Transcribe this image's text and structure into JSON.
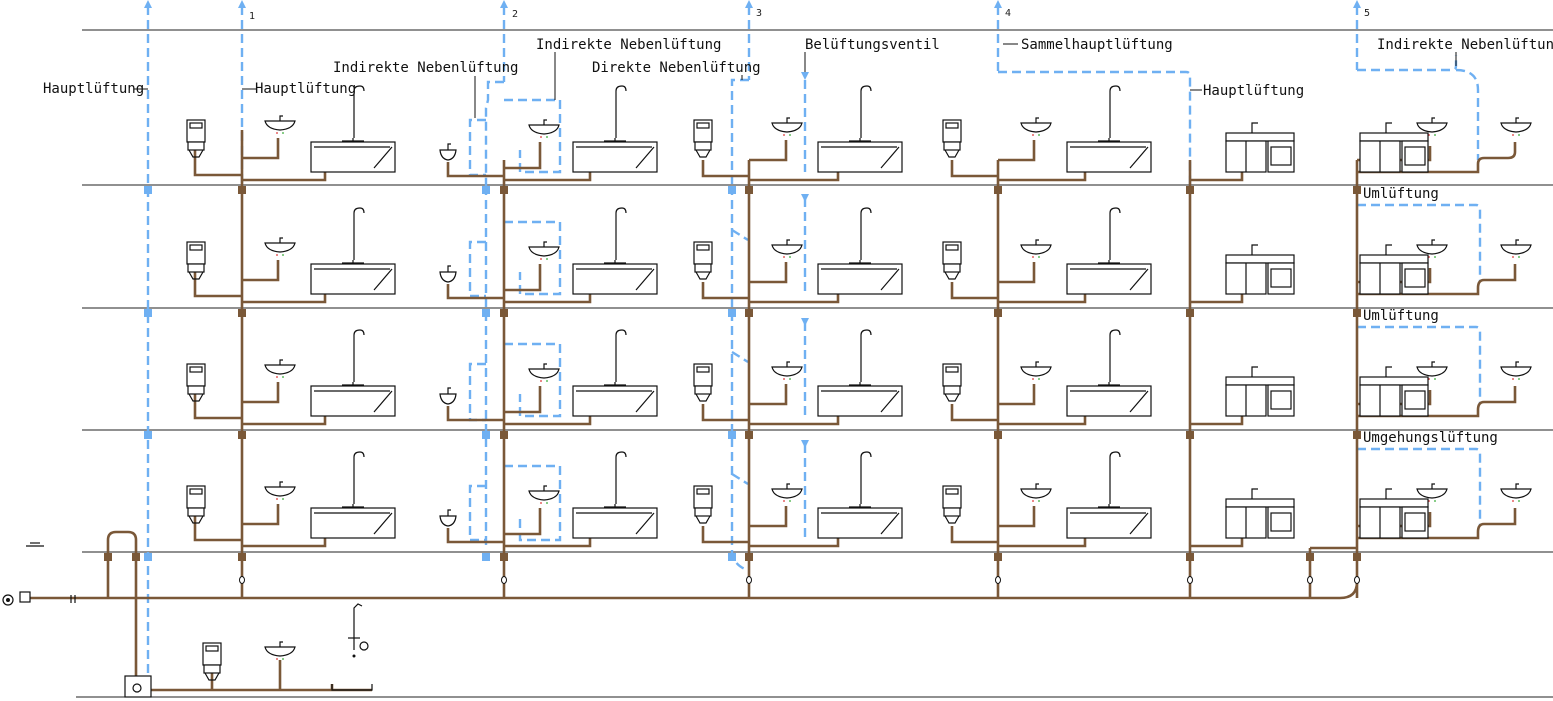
{
  "colors": {
    "vent": "#6fb0f2",
    "drain": "#7a5838",
    "line": "#222222"
  },
  "stacks": {
    "s1": "1",
    "s2": "2",
    "s3": "3",
    "s4": "4",
    "s5": "5"
  },
  "labels": {
    "hauptlueftung_left": "Hauptlüftung",
    "hauptlueftung_1": "Hauptlüftung",
    "indirekte_neben_a": "Indirekte Nebenlüftung",
    "indirekte_neben_b": "Indirekte Nebenlüftung",
    "direkte_neben": "Direkte Nebenlüftung",
    "belueftungsventil": "Belüftungsventil",
    "sammelhauptlueftung": "Sammelhauptlüftung",
    "hauptlueftung_4": "Hauptlüftung",
    "indirekte_neben_5": "Indirekte Nebenlüftung",
    "umlueftung_1": "Umlüftung",
    "umlueftung_2": "Umlüftung",
    "umgehungslueftung": "Umgehungslüftung"
  },
  "icons": [
    "wc-icon",
    "washbasin-icon",
    "bathtub-icon",
    "kitchen-icon",
    "bidet-icon",
    "shower-icon"
  ]
}
